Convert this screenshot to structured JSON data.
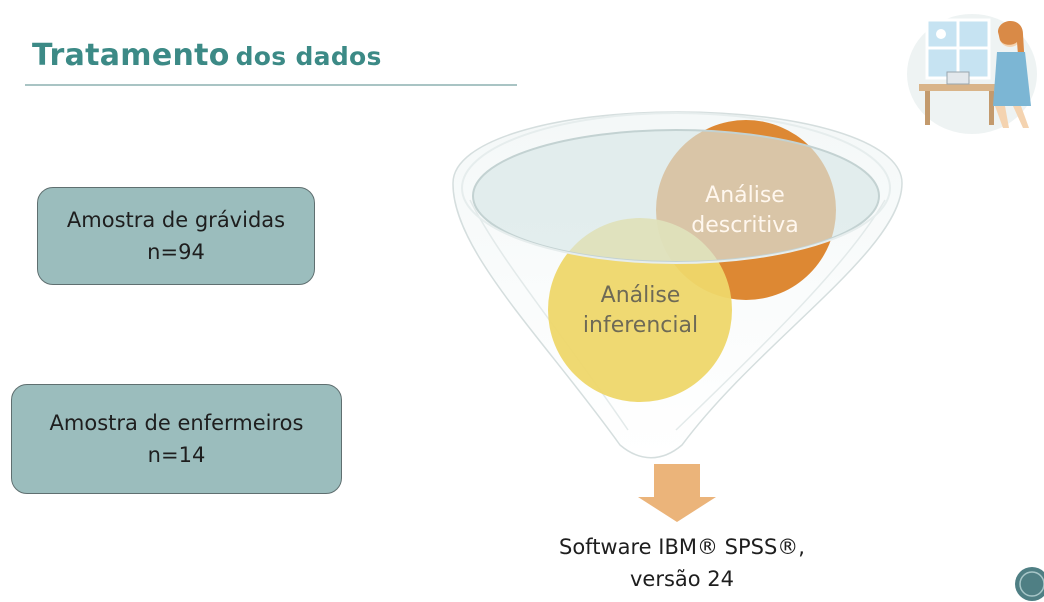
{
  "title": {
    "word1": "Tratamento",
    "word2": "dos dados"
  },
  "samples": [
    {
      "label": "Amostra de grávidas",
      "count": "n=94"
    },
    {
      "label": "Amostra de enfermeiros",
      "count": "n=14"
    }
  ],
  "funnel": {
    "circles": [
      {
        "label_line1": "Análise",
        "label_line2": "descritiva",
        "color": "#dd8833"
      },
      {
        "label_line1": "Análise",
        "label_line2": "inferencial",
        "color": "#eed76a"
      }
    ],
    "arrow_color": "#ebb47a"
  },
  "output": {
    "line1": "Software IBM® SPSS®,",
    "line2": "versão 24"
  },
  "colors": {
    "title": "#3c8a86",
    "box_fill": "#9bbdbd",
    "funnel_rim": "#dde6e6"
  },
  "icons": {
    "illustration": "woman-at-laptop-illustration",
    "corner": "slide-badge-icon"
  }
}
